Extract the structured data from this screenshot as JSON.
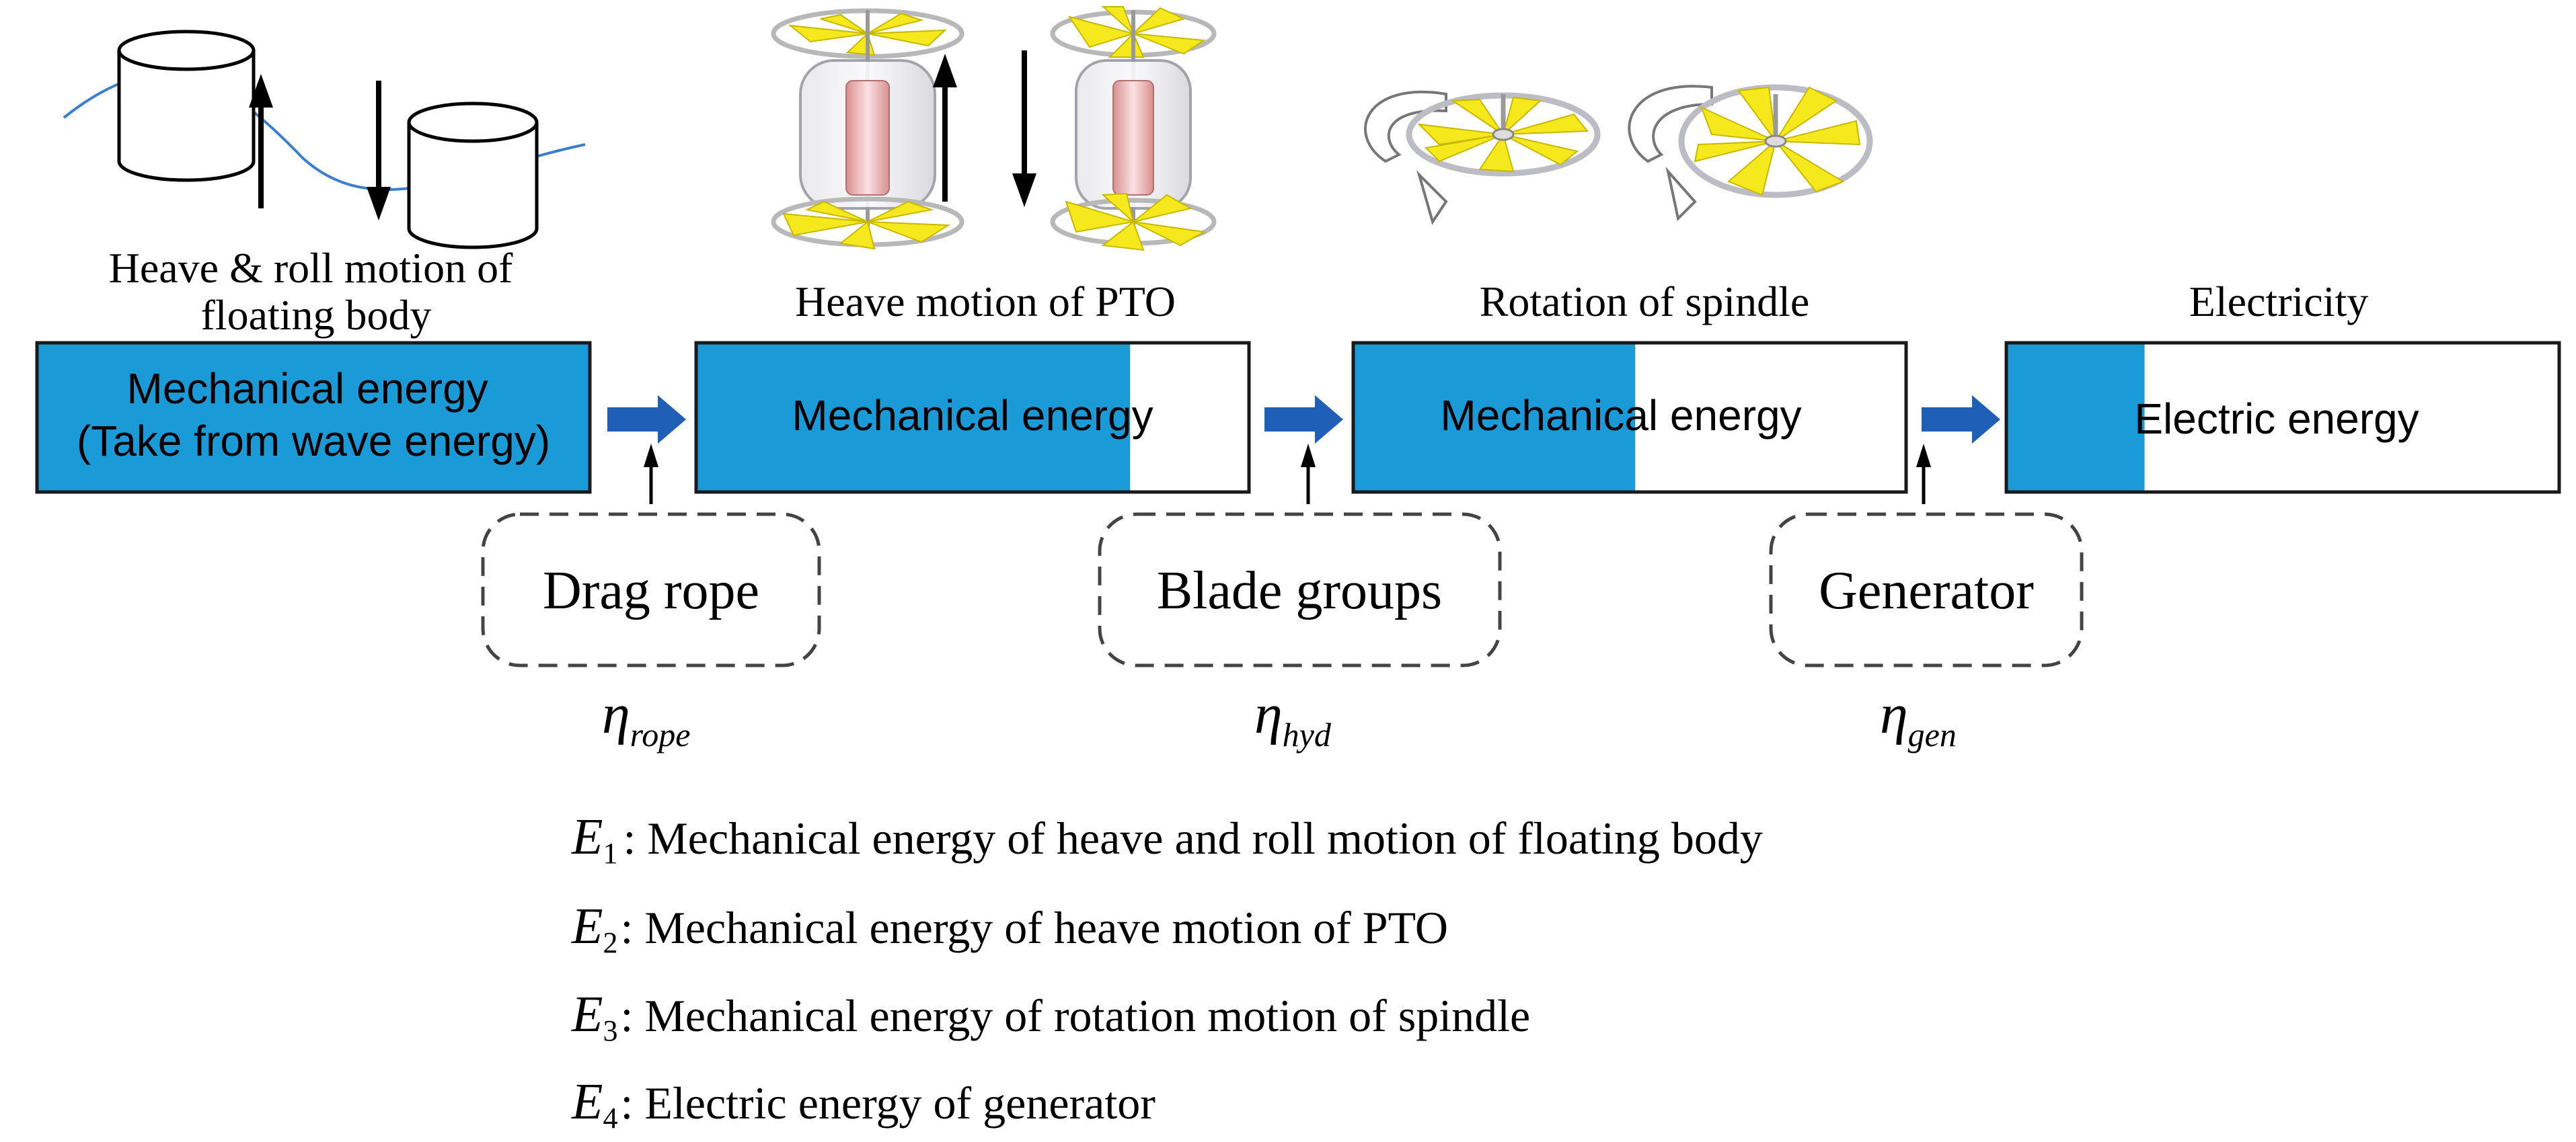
{
  "colors": {
    "energy_fill": "#1a9ad6",
    "box_stroke": "#1a1a1a",
    "arrow_blue": "#1f5fb8",
    "blade_yellow": "#f5e81c",
    "wave_line": "#3a7fd0"
  },
  "stages": [
    {
      "caption_lines": [
        "Heave & roll motion of",
        "floating body"
      ],
      "box_lines": [
        "Mechanical energy",
        "(Take from wave energy)"
      ],
      "fill_fraction": 1.0
    },
    {
      "caption_lines": [
        "Heave motion of PTO"
      ],
      "box_lines": [
        "Mechanical energy"
      ],
      "fill_fraction": 0.785
    },
    {
      "caption_lines": [
        "Rotation of spindle"
      ],
      "box_lines": [
        "Mechanical energy"
      ],
      "fill_fraction": 0.51
    },
    {
      "caption_lines": [
        "Electricity"
      ],
      "box_lines": [
        "Electric energy"
      ],
      "fill_fraction": 0.25
    }
  ],
  "converters": [
    {
      "label": "Drag rope",
      "eta": "η",
      "eta_sub": "rope"
    },
    {
      "label": "Blade groups",
      "eta": "η",
      "eta_sub": "hyd"
    },
    {
      "label": "Generator",
      "eta": "η",
      "eta_sub": "gen"
    }
  ],
  "legend": [
    {
      "symbol": "E",
      "sub": "1",
      "text": ": Mechanical energy of heave and roll motion of floating body"
    },
    {
      "symbol": "E",
      "sub": "2",
      "text": ": Mechanical energy of heave motion of PTO"
    },
    {
      "symbol": "E",
      "sub": "3",
      "text": ": Mechanical energy of rotation motion of spindle"
    },
    {
      "symbol": "E",
      "sub": "4",
      "text": ": Electric energy of generator"
    }
  ]
}
